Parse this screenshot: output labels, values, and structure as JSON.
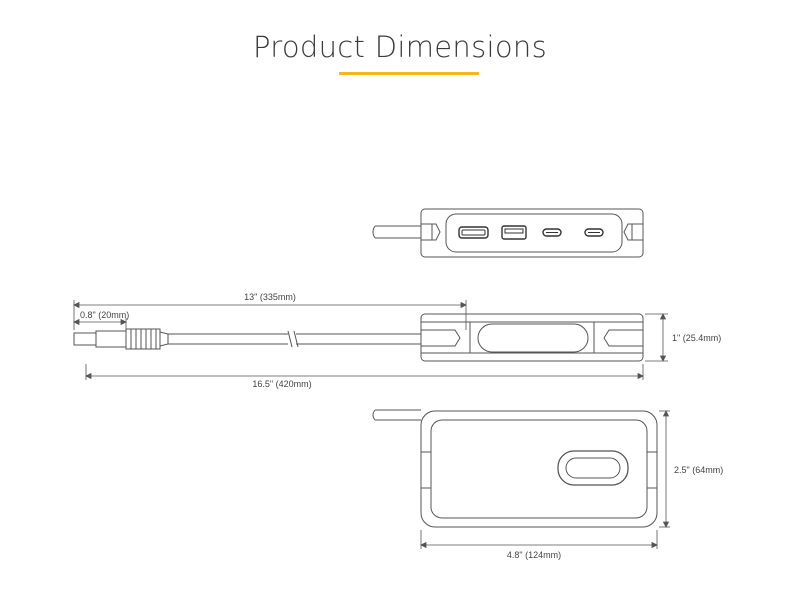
{
  "header": {
    "title": "Product Dimensions",
    "accent_color": "#f2b71b"
  },
  "dimensions": {
    "cable_length": "13\" (335mm)",
    "connector_length": "0.8\" (20mm)",
    "total_length": "16.5\" (420mm)",
    "height": "1\" (25.4mm)",
    "width": "2.5\" (64mm)",
    "depth": "4.8\" (124mm)"
  },
  "views": {
    "front": {
      "ports": [
        "hdmi-port-icon",
        "usb-a-port-icon",
        "usb-c-port-icon",
        "usb-c-port-icon"
      ]
    },
    "side": {},
    "top": {}
  }
}
